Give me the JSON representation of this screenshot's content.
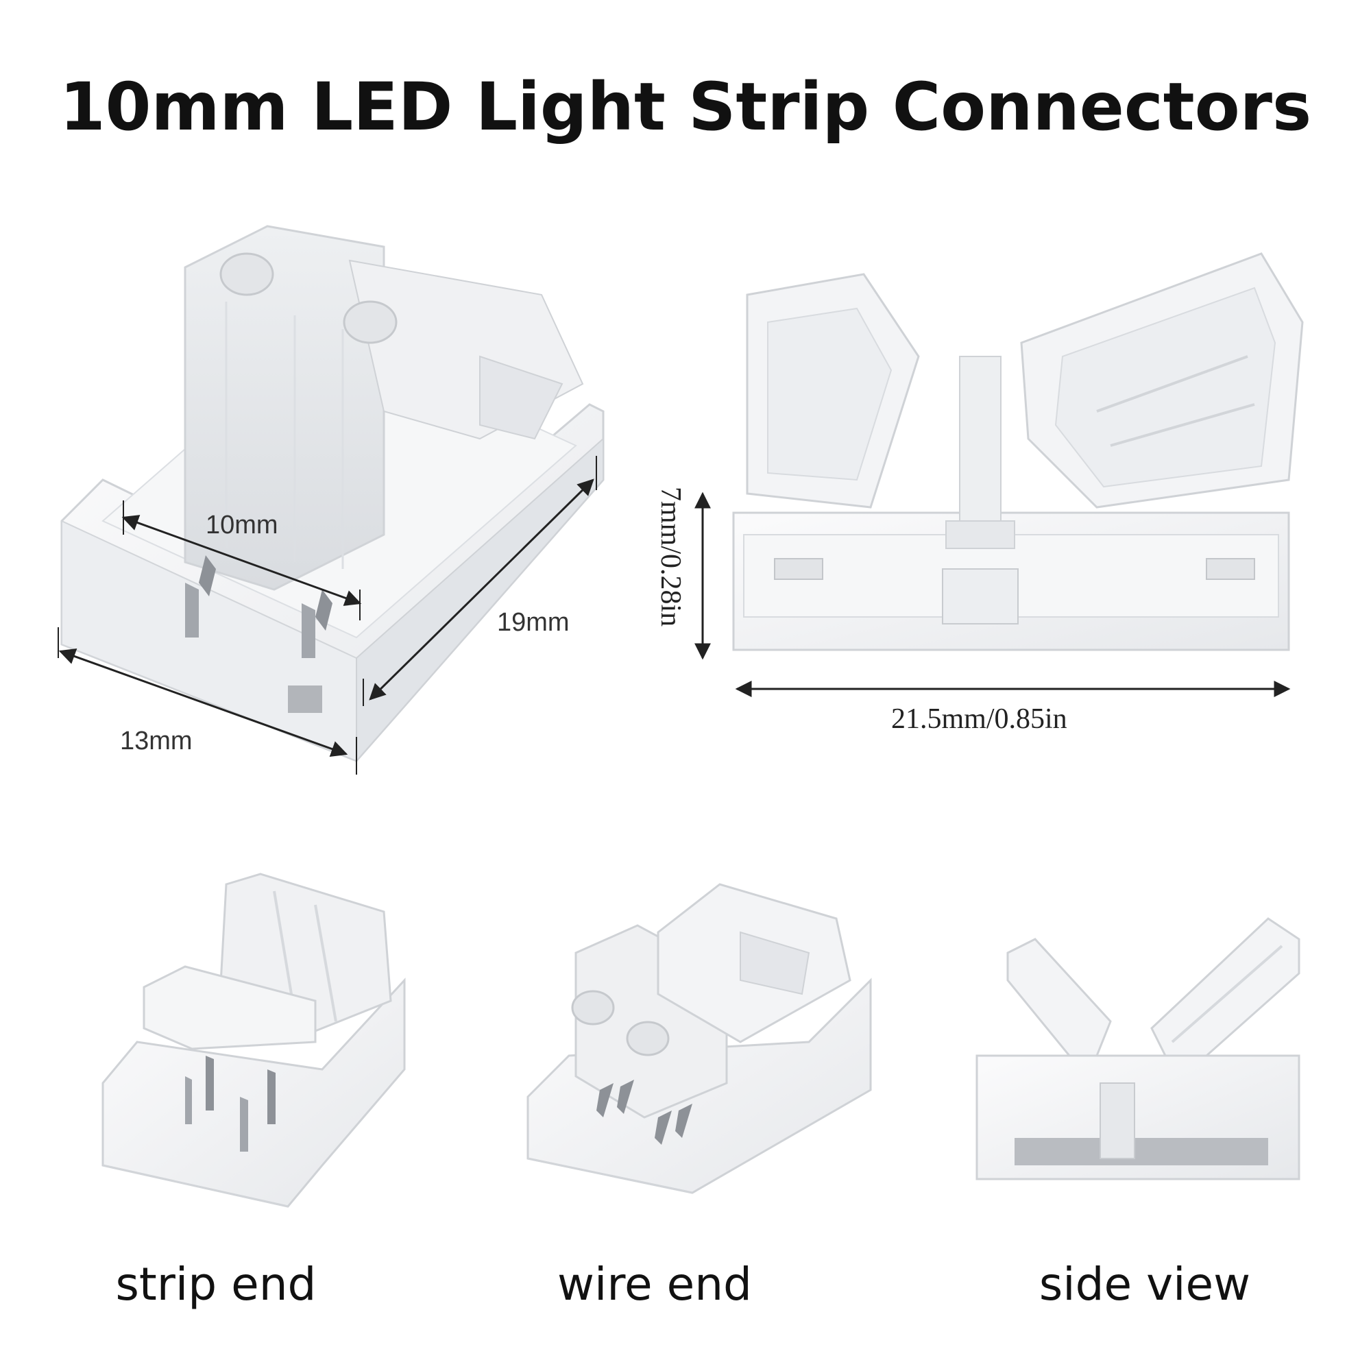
{
  "title": "10mm LED Light Strip Connectors",
  "dimensions": {
    "width_inner": "10mm",
    "length": "19mm",
    "width_outer": "13mm",
    "height": "7mm/0.28in",
    "open_length": "21.5mm/0.85in"
  },
  "captions": {
    "strip_end": "strip end",
    "wire_end": "wire end",
    "side_view": "side view"
  },
  "colors": {
    "background": "#ffffff",
    "plastic": "#f2f3f5",
    "plastic_edge": "#c9ccd1",
    "pin": "#9a9ea4",
    "text": "#111111"
  }
}
